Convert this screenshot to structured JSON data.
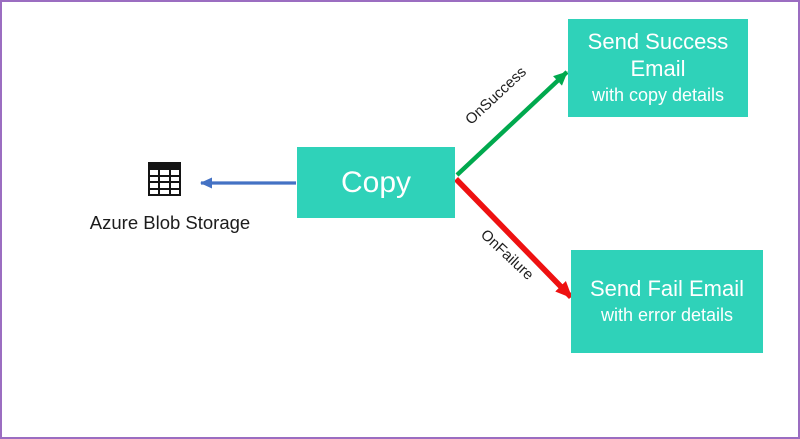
{
  "diagram": {
    "source": {
      "label": "Azure Blob Storage",
      "icon": "table-icon"
    },
    "copy_activity": {
      "label": "Copy"
    },
    "success_activity": {
      "title": "Send Success Email",
      "subtitle": "with copy details"
    },
    "fail_activity": {
      "title": "Send Fail Email",
      "subtitle": "with error details"
    },
    "edges": {
      "success_label": "OnSuccess",
      "failure_label": "OnFailure"
    },
    "colors": {
      "box_fill": "#2fd2b9",
      "box_text": "#ffffff",
      "success_arrow": "#00a94e",
      "failure_arrow": "#ee1111",
      "blob_arrow": "#4472c4",
      "frame_border": "#9b6dc1",
      "label_text": "#1c1c1c"
    }
  }
}
